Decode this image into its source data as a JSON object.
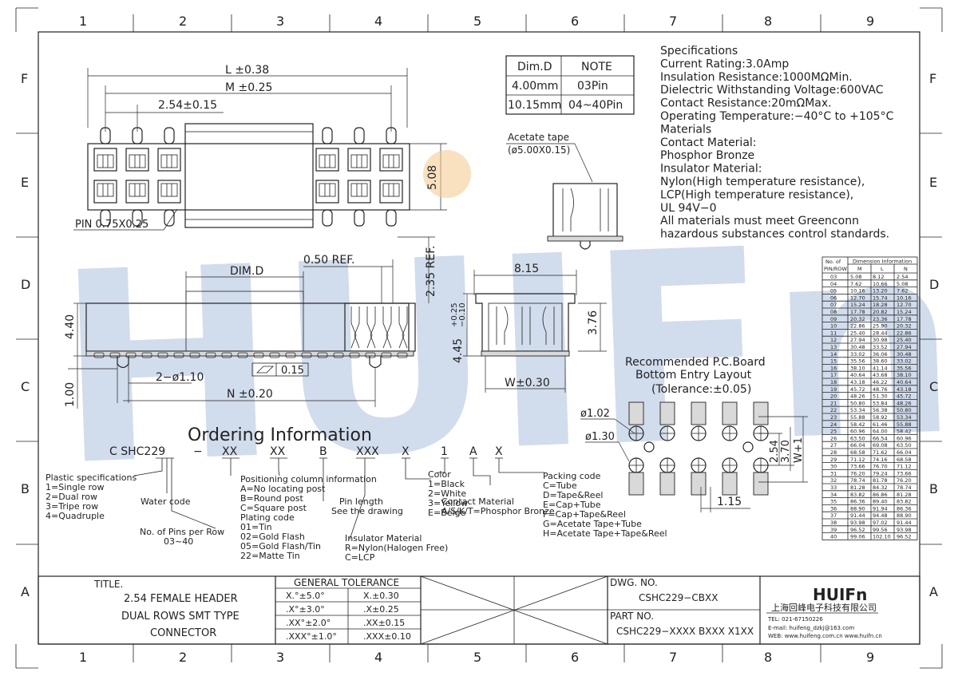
{
  "frame": {
    "columns": [
      "1",
      "2",
      "3",
      "4",
      "5",
      "6",
      "7",
      "8",
      "9"
    ],
    "rows": [
      "F",
      "E",
      "D",
      "C",
      "B",
      "A"
    ]
  },
  "watermark": "HUIFn",
  "top_view": {
    "L": "L ±0.38",
    "M": "M ±0.25",
    "pitch": "2.54±0.15",
    "height": "5.08",
    "pin": "PIN 0.75X0.25"
  },
  "side_view": {
    "dim_d": "DIM.D",
    "ref_050": "0.50 REF.",
    "ref_235": "2.35 REF.",
    "h440": "4.40",
    "d110": "2−ø1.10",
    "h100": "1.00",
    "n": "N ±0.20",
    "flatness": "0.15"
  },
  "end_view": {
    "w815": "8.15",
    "h445": "4.45",
    "tol_plus": "+0.25",
    "tol_minus": "−0.10",
    "h376": "3.76",
    "w": "W±0.30"
  },
  "dim_table": {
    "headers": [
      "Dim.D",
      "NOTE"
    ],
    "rows": [
      [
        "4.00mm",
        "03Pin"
      ],
      [
        "10.15mm",
        "04~40Pin"
      ]
    ]
  },
  "tape": {
    "label1": "Acetate tape",
    "label2": "(ø5.00X0.15)"
  },
  "specs": [
    "Specifications",
    "Current Rating:3.0Amp",
    "Insulation Resistance:1000MΩMin.",
    "Dielectric Withstanding Voltage:600VAC",
    "Contact Resistance:20mΩMax.",
    "Operating Temperature:−40°C to +105°C",
    "Materials",
    "Contact Material:",
    "Phosphor Bronze",
    "Insulator Material:",
    "Nylon(High temperature resistance),",
    "LCP(High temperature resistance),",
    "UL 94V−0",
    "All materials must meet Greenconn",
    "hazardous substances control standards."
  ],
  "pin_table": {
    "h1": "No. of",
    "h2": "PIN/ROW",
    "h3": "Dimension Information",
    "cols": [
      "M",
      "L",
      "N"
    ],
    "rows": [
      [
        "03",
        "5.08",
        "8.12",
        "2.54"
      ],
      [
        "04",
        "7.62",
        "10.66",
        "5.08"
      ],
      [
        "05",
        "10.16",
        "13.20",
        "7.62"
      ],
      [
        "06",
        "12.70",
        "15.74",
        "10.16"
      ],
      [
        "07",
        "15.24",
        "18.28",
        "12.70"
      ],
      [
        "08",
        "17.78",
        "20.82",
        "15.24"
      ],
      [
        "09",
        "20.32",
        "23.36",
        "17.78"
      ],
      [
        "10",
        "22.86",
        "25.90",
        "20.32"
      ],
      [
        "11",
        "25.40",
        "28.44",
        "22.86"
      ],
      [
        "12",
        "27.94",
        "30.98",
        "25.40"
      ],
      [
        "13",
        "30.48",
        "33.52",
        "27.94"
      ],
      [
        "14",
        "33.02",
        "36.06",
        "30.48"
      ],
      [
        "15",
        "35.56",
        "38.60",
        "33.02"
      ],
      [
        "16",
        "38.10",
        "41.14",
        "35.56"
      ],
      [
        "17",
        "40.64",
        "43.68",
        "38.10"
      ],
      [
        "18",
        "43.18",
        "46.22",
        "40.64"
      ],
      [
        "19",
        "45.72",
        "48.76",
        "43.18"
      ],
      [
        "20",
        "48.26",
        "51.30",
        "45.72"
      ],
      [
        "21",
        "50.80",
        "53.84",
        "48.26"
      ],
      [
        "22",
        "53.34",
        "56.38",
        "50.80"
      ],
      [
        "23",
        "55.88",
        "58.92",
        "53.34"
      ],
      [
        "24",
        "58.42",
        "61.46",
        "55.88"
      ],
      [
        "25",
        "60.96",
        "64.00",
        "58.42"
      ],
      [
        "26",
        "63.50",
        "66.54",
        "60.96"
      ],
      [
        "27",
        "66.04",
        "69.08",
        "63.50"
      ],
      [
        "28",
        "68.58",
        "71.62",
        "66.04"
      ],
      [
        "29",
        "71.12",
        "74.16",
        "68.58"
      ],
      [
        "30",
        "73.66",
        "76.70",
        "71.12"
      ],
      [
        "31",
        "76.20",
        "79.24",
        "73.66"
      ],
      [
        "32",
        "78.74",
        "81.78",
        "76.20"
      ],
      [
        "33",
        "81.28",
        "84.32",
        "78.74"
      ],
      [
        "34",
        "83.82",
        "86.86",
        "81.28"
      ],
      [
        "35",
        "86.36",
        "89.40",
        "83.82"
      ],
      [
        "36",
        "88.90",
        "91.94",
        "86.36"
      ],
      [
        "37",
        "91.44",
        "94.48",
        "88.90"
      ],
      [
        "38",
        "93.98",
        "97.02",
        "91.44"
      ],
      [
        "39",
        "96.52",
        "99.56",
        "93.98"
      ],
      [
        "40",
        "99.06",
        "102.10",
        "96.52"
      ]
    ]
  },
  "pcb": {
    "title1": "Recommended P.C.Board",
    "title2": "Bottom Entry Layout",
    "title3": "(Tolerance:±0.05)",
    "d102": "ø1.02",
    "d130": "ø1.30",
    "p254": "2.54",
    "p370": "3.70",
    "w1": "W+1",
    "p115": "1.15"
  },
  "ordering": {
    "title": "Ordering Information",
    "code": [
      "C SHC229",
      "−",
      "XX",
      "XX",
      "B",
      "XXX",
      "X",
      "1",
      "A",
      "X"
    ],
    "plastic": [
      "Plastic specifications",
      "1=Single row",
      "2=Dual row",
      "3=Tripe row",
      "4=Quadruple"
    ],
    "water": "Water code",
    "pins": [
      "No. of Pins per Row",
      "03~40"
    ],
    "positioning": [
      "Positioning column information",
      "A=No locating post",
      "B=Round post",
      "C=Square post"
    ],
    "plating": [
      "Plating code",
      "01=Tin",
      "02=Gold Flash",
      "05=Gold Flash/Tin",
      "22=Matte Tin"
    ],
    "pin_length": [
      "Pin length",
      "See the drawing"
    ],
    "insulator": [
      "Insulator Material",
      "R=Nylon(Halogen Free)",
      "C=LCP"
    ],
    "color": [
      "Color",
      "1=Black",
      "2=White",
      "3=Yellow",
      "E=Beige"
    ],
    "contact": [
      "Contact Material",
      "A/S/K/T=Phosphor Bronze"
    ],
    "packing": [
      "Packing code",
      "C=Tube",
      "D=Tape&Reel",
      "E=Cap+Tube",
      "F=Cap+Tape&Reel",
      "G=Acetate Tape+Tube",
      "H=Acetate Tape+Tape&Reel"
    ]
  },
  "title_block": {
    "title_label": "TITLE.",
    "title_lines": [
      "2.54 FEMALE HEADER",
      "DUAL ROWS SMT TYPE",
      "CONNECTOR"
    ],
    "gen_tol": "GENERAL TOLERANCE",
    "tol_rows": [
      [
        "X.°±5.0°",
        "X.±0.30"
      ],
      [
        ".X°±3.0°",
        ".X±0.25"
      ],
      [
        ".XX°±2.0°",
        ".XX±0.15"
      ],
      [
        ".XXX°±1.0°",
        ".XXX±0.10"
      ]
    ],
    "dwg_label": "DWG. NO.",
    "dwg_no": "CSHC229−CBXX",
    "part_label": "PART NO.",
    "part_no": "CSHC229−XXXX BXXX X1XX",
    "logo": "HUIFn",
    "company": "上海回峰电子科技有限公司",
    "tel": "TEL: 021-67150226",
    "email": "E-mail: huifeng_dzkj@163.com",
    "web": "WEB: www.huifeng.com.cn  www.huifn.cn"
  },
  "colors": {
    "watermark": "#9bb3d6",
    "accent_circle": "#f4c98a"
  }
}
